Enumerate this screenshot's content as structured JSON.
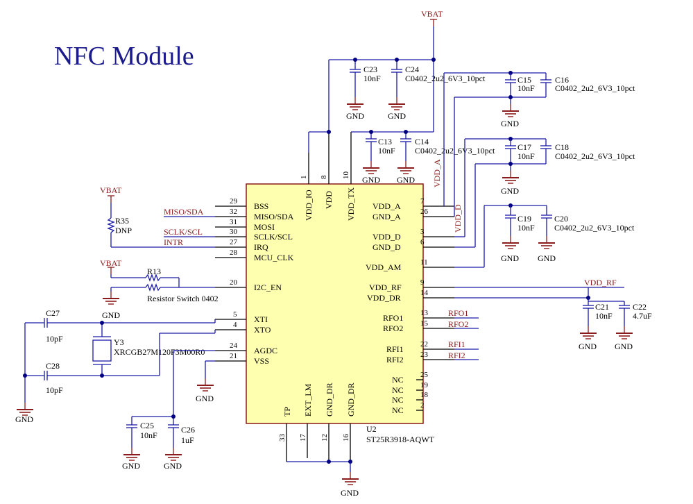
{
  "title": "NFC Module",
  "ic": {
    "designator": "U2",
    "part": "ST25R3918-AQWT",
    "left_pins": [
      {
        "num": "29",
        "name": "BSS"
      },
      {
        "num": "32",
        "name": "MISO/SDA"
      },
      {
        "num": "31",
        "name": "MOSI"
      },
      {
        "num": "30",
        "name": "SCLK/SCL"
      },
      {
        "num": "27",
        "name": "IRQ"
      },
      {
        "num": "28",
        "name": "MCU_CLK"
      },
      {
        "num": "20",
        "name": "I2C_EN"
      },
      {
        "num": "5",
        "name": "XTI"
      },
      {
        "num": "4",
        "name": "XTO"
      },
      {
        "num": "24",
        "name": "AGDC"
      },
      {
        "num": "21",
        "name": "VSS"
      }
    ],
    "right_pins": [
      {
        "num": "7",
        "name": "VDD_A"
      },
      {
        "num": "26",
        "name": "GND_A"
      },
      {
        "num": "3",
        "name": "VDD_D"
      },
      {
        "num": "6",
        "name": "GND_D"
      },
      {
        "num": "11",
        "name": "VDD_AM"
      },
      {
        "num": "9",
        "name": "VDD_RF"
      },
      {
        "num": "14",
        "name": "VDD_DR"
      },
      {
        "num": "13",
        "name": "RFO1"
      },
      {
        "num": "15",
        "name": "RFO2"
      },
      {
        "num": "22",
        "name": "RFI1"
      },
      {
        "num": "23",
        "name": "RFI2"
      },
      {
        "num": "25",
        "name": "NC"
      },
      {
        "num": "19",
        "name": "NC"
      },
      {
        "num": "18",
        "name": "NC"
      },
      {
        "num": "2",
        "name": "NC"
      }
    ],
    "top_pins": [
      {
        "num": "1",
        "name": "VDD_IO"
      },
      {
        "num": "8",
        "name": "VDD"
      },
      {
        "num": "10",
        "name": "VDD_TX"
      }
    ],
    "bottom_pins": [
      {
        "num": "33",
        "name": "TP"
      },
      {
        "num": "17",
        "name": "EXT_LM"
      },
      {
        "num": "12",
        "name": "GND_DR"
      },
      {
        "num": "16",
        "name": "GND_DR"
      }
    ]
  },
  "nets": {
    "vbat": "VBAT",
    "gnd": "GND",
    "miso_sda": "MISO/SDA",
    "sclk_scl": "SCLK/SCL",
    "intr": "INTR",
    "vdd_a": "VDD_A",
    "vdd_d": "VDD_D",
    "vdd_rf": "VDD_RF",
    "rfo1": "RFO1",
    "rfo2": "RFO2",
    "rfi1": "RFI1",
    "rfi2": "RFI2"
  },
  "components": {
    "c23": {
      "ref": "C23",
      "value": "10nF"
    },
    "c24": {
      "ref": "C24",
      "value": "C0402_2u2_6V3_10pct"
    },
    "c15": {
      "ref": "C15",
      "value": "10nF"
    },
    "c16": {
      "ref": "C16",
      "value": "C0402_2u2_6V3_10pct"
    },
    "c13": {
      "ref": "C13",
      "value": "10nF"
    },
    "c14": {
      "ref": "C14",
      "value": "C0402_2u2_6V3_10pct"
    },
    "c17": {
      "ref": "C17",
      "value": "10nF"
    },
    "c18": {
      "ref": "C18",
      "value": "C0402_2u2_6V3_10pct"
    },
    "c19": {
      "ref": "C19",
      "value": "10nF"
    },
    "c20": {
      "ref": "C20",
      "value": "C0402_2u2_6V3_10pct"
    },
    "c21": {
      "ref": "C21",
      "value": "10nF"
    },
    "c22": {
      "ref": "C22",
      "value": "4.7uF"
    },
    "c27": {
      "ref": "C27",
      "value": "10pF"
    },
    "c28": {
      "ref": "C28",
      "value": "10pF"
    },
    "c25": {
      "ref": "C25",
      "value": "10nF"
    },
    "c26": {
      "ref": "C26",
      "value": "1uF"
    },
    "r35": {
      "ref": "R35",
      "value": "DNP"
    },
    "r13": {
      "ref": "R13",
      "value": "Resistor Switch 0402"
    },
    "y3": {
      "ref": "Y3",
      "value": "XRCGB27M120F3M00R0"
    }
  },
  "colors": {
    "wire": "#1a1aa8",
    "ic_fill": "#ffffb0",
    "ic_border": "#8b1a1a",
    "net_label": "#8b1a1a",
    "title": "#1a1a8c"
  }
}
